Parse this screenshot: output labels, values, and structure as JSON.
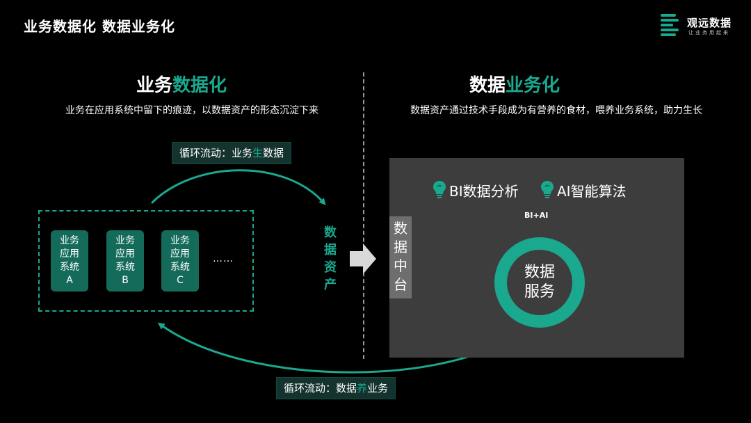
{
  "page_title": "业务数据化  数据业务化",
  "logo": {
    "name": "观远数据",
    "tagline": "让业务用起来"
  },
  "left": {
    "title_plain": "业务",
    "title_highlight": "数据化",
    "subtitle": "业务在应用系统中留下的痕迹，以数据资产的形态沉淀下来",
    "loop_top": {
      "prefix": "循环流动：业务",
      "highlight": "生",
      "suffix": "数据"
    },
    "systems": [
      {
        "lines": [
          "业务",
          "应用",
          "系统",
          "A"
        ]
      },
      {
        "lines": [
          "业务",
          "应用",
          "系统",
          "B"
        ]
      },
      {
        "lines": [
          "业务",
          "应用",
          "系统",
          "C"
        ]
      }
    ],
    "ellipsis": "……",
    "data_asset_label": [
      "数",
      "据",
      "资",
      "产"
    ]
  },
  "right": {
    "title_plain": "数据",
    "title_highlight": "业务化",
    "subtitle": "数据资产通过技术手段成为有营养的食材，喂养业务系统，助力生长",
    "platform_label": [
      "数",
      "据",
      "中",
      "台"
    ],
    "features": [
      {
        "icon": "lightbulb-icon",
        "label": "BI数据分析"
      },
      {
        "icon": "lightbulb-icon",
        "label": "AI智能算法"
      }
    ],
    "bracket_label": "BI+AI",
    "ring_text": [
      "数据",
      "服务"
    ]
  },
  "loop_bottom": {
    "prefix": "循环流动：数据",
    "highlight": "养",
    "suffix": "业务"
  },
  "colors": {
    "accent": "#1aa88e",
    "card": "#146b5a",
    "panel": "#3d3d3d",
    "label_box": "#14332e"
  }
}
